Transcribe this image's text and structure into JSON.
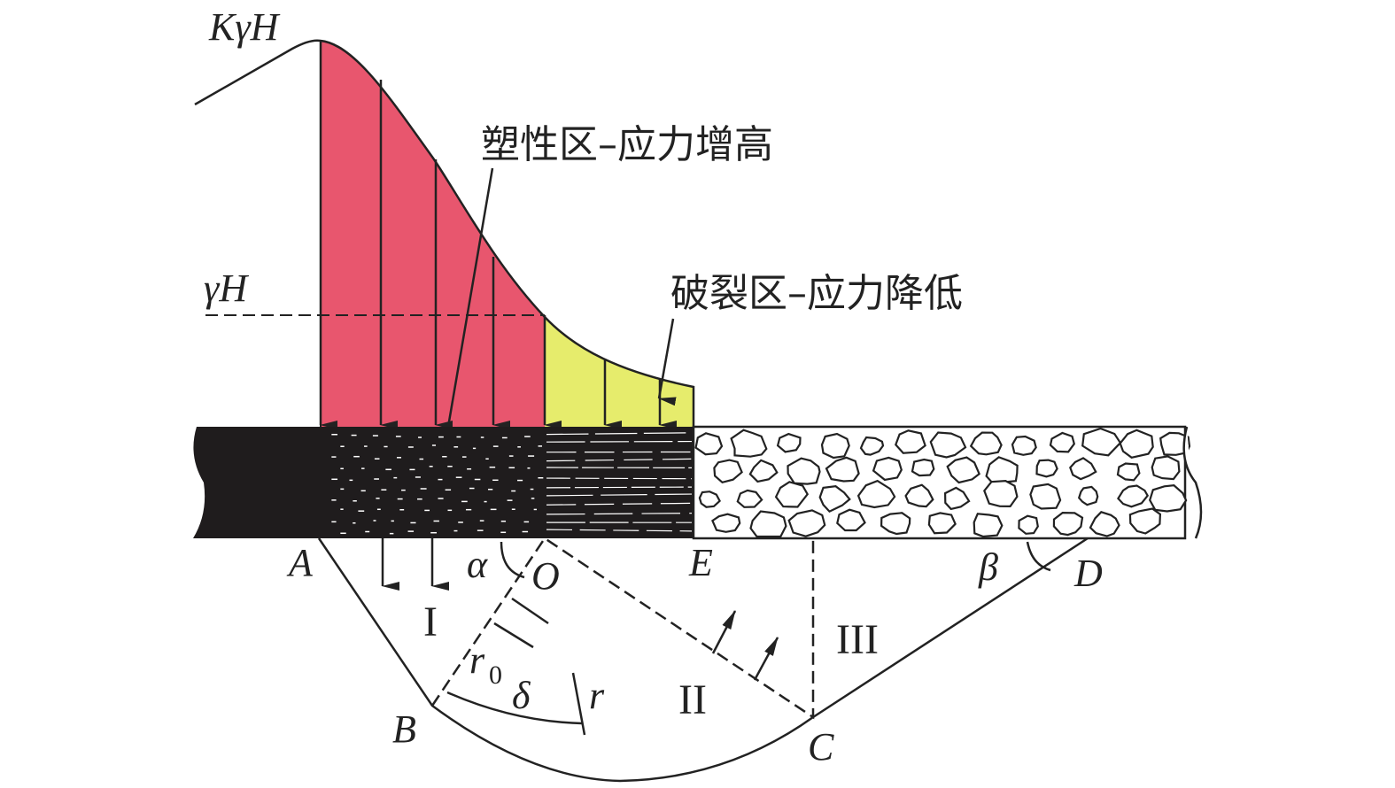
{
  "labels": {
    "peak_stress": "KγH",
    "original_stress": "γH",
    "plastic_zone": "塑性区–应力增高",
    "fracture_zone": "破裂区–应力降低",
    "A": "A",
    "B": "B",
    "C": "C",
    "D": "D",
    "E": "E",
    "O": "O",
    "alpha": "α",
    "beta": "β",
    "delta": "δ",
    "r0": "r",
    "r0_sub": "0",
    "r": "r",
    "zone_I": "I",
    "zone_II": "II",
    "zone_III": "III"
  },
  "colors": {
    "plastic": "#e8566e",
    "fracture": "#e6ec6c",
    "coal": "#1f1c1d",
    "line": "#222222"
  }
}
